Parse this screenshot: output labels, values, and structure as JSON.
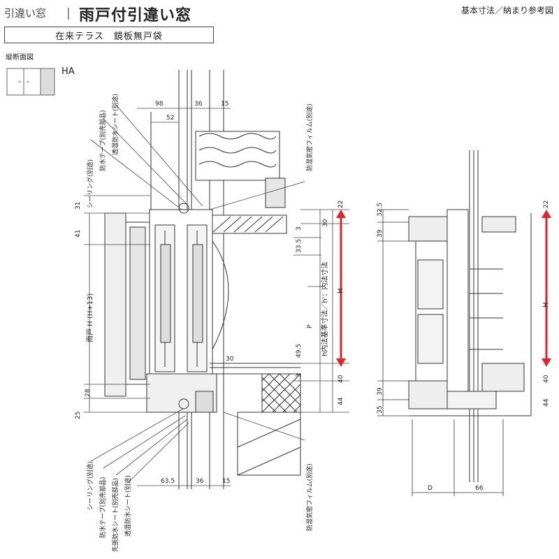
{
  "header": {
    "category": "引違い窓",
    "title": "雨戸付引違い窓",
    "ref": "基本寸法／納まり参考図",
    "subtitle": "在来テラス　鏡板無戸袋"
  },
  "section_label": "縦断面図",
  "type_label": "HA",
  "left_dims_top": [
    "98",
    "36",
    "15",
    "52"
  ],
  "left_dims_bottom": [
    "63.5",
    "36",
    "15"
  ],
  "left_dims_vertical": [
    "31",
    "41",
    "25",
    "28"
  ],
  "left_inner_dims": [
    "3",
    "33.5",
    "30",
    "49.5",
    "3",
    "P"
  ],
  "left_right_dims": [
    "22",
    "30",
    "40",
    "44"
  ],
  "left_labels": {
    "top_callouts": [
      "シーリング(別途)",
      "防水テープ(別売部品)",
      "透湿防水シート(別途)"
    ],
    "top_film": "防湿気密フィルム(別途)",
    "bottom_callouts": [
      "シーリング(別途)",
      "防水テープ(別売部品)",
      "先張防水シート(別売部品)",
      "透湿防水シート(別途)"
    ],
    "bottom_film": "防湿気密フィルム(別途)",
    "amado_h": "雨戸 H (H+13)",
    "inner_h": "h内法基準寸法／h'：内法寸法",
    "H": "H"
  },
  "right_dims_left": [
    "32.5",
    "39",
    "39",
    "35"
  ],
  "right_dims_right": [
    "22",
    "40",
    "44"
  ],
  "right_dims_bottom": [
    "D",
    "66"
  ],
  "right_H": "H",
  "colors": {
    "arrow": "#e0242a",
    "line": "#333333",
    "fill": "#d8d8d8"
  }
}
